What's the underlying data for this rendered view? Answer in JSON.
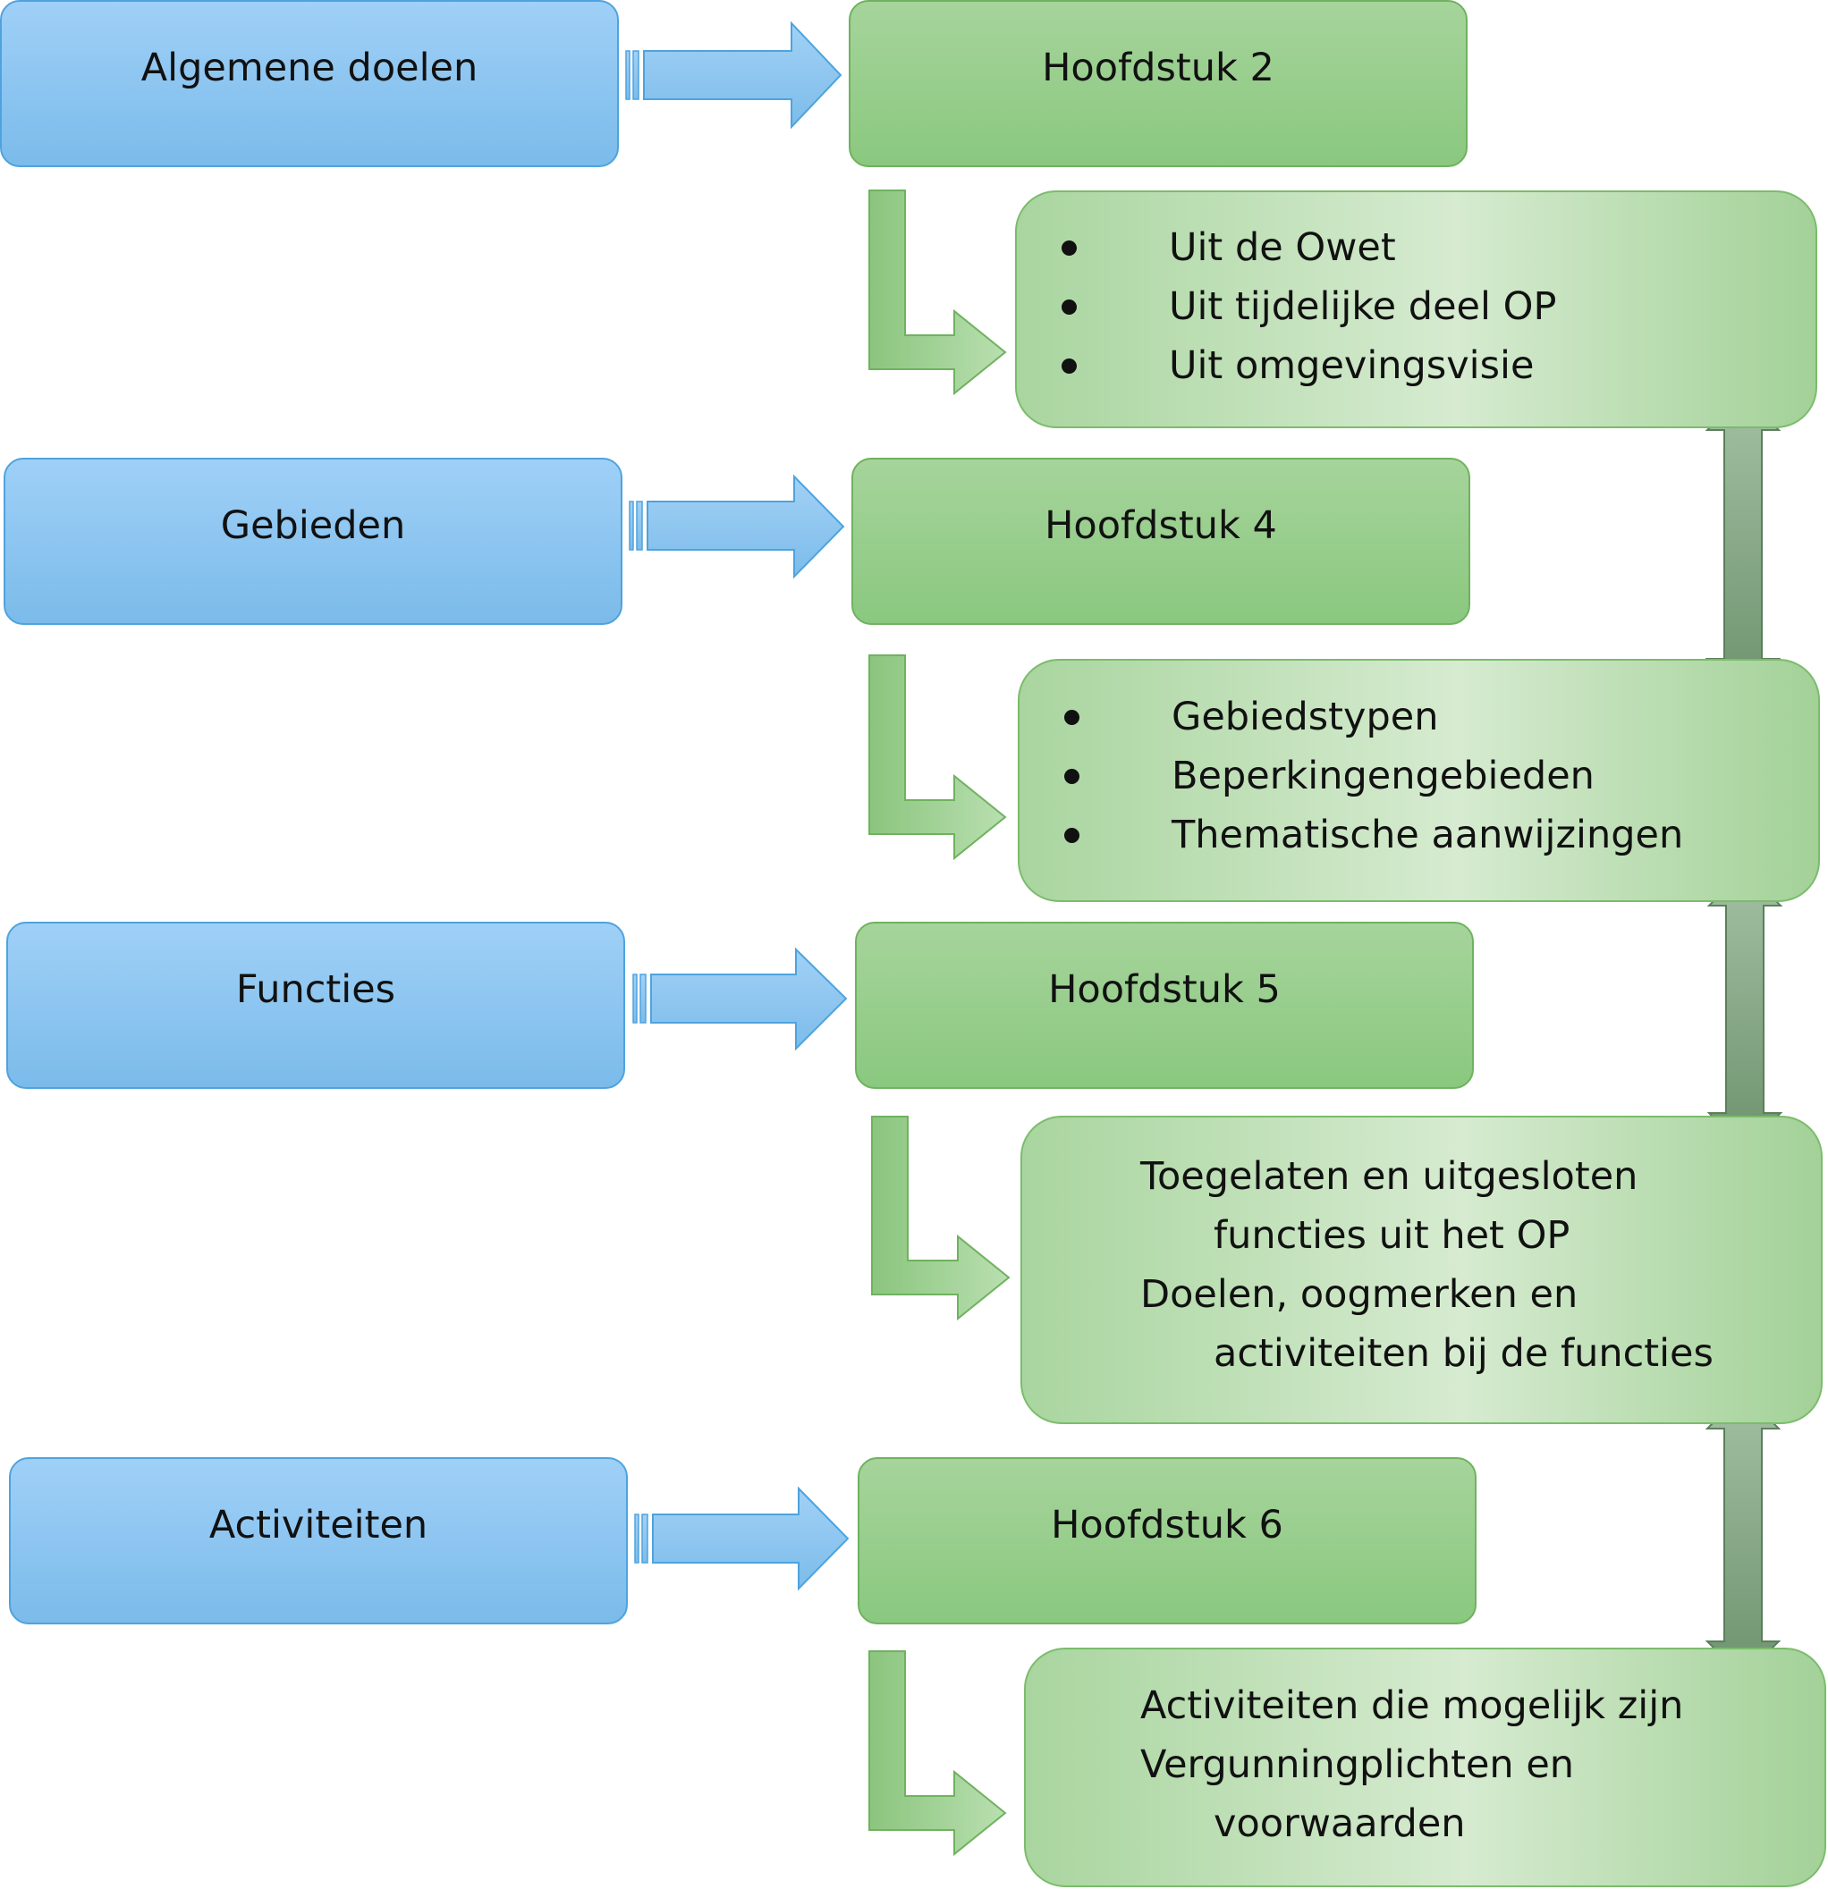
{
  "rows": [
    {
      "source": "Algemene doelen",
      "chapter": "Hoofdstuk 2",
      "details": [
        "Uit de Owet",
        "Uit tijdelijke deel OP",
        "Uit omgevingsvisie"
      ]
    },
    {
      "source": "Gebieden",
      "chapter": "Hoofdstuk 4",
      "details": [
        "Gebiedstypen",
        "Beperkingengebieden",
        "Thematische aanwijzingen"
      ]
    },
    {
      "source": "Functies",
      "chapter": "Hoofdstuk 5",
      "details": [
        "Toegelaten en uitgesloten",
        "functies uit het OP",
        "Doelen, oogmerken en",
        "activiteiten bij de functies"
      ]
    },
    {
      "source": "Activiteiten",
      "chapter": "Hoofdstuk 6",
      "details": [
        "Activiteiten die mogelijk zijn",
        "Vergunningplichten en",
        "voorwaarden"
      ]
    }
  ],
  "colors": {
    "source_fill": "#8fc6f0",
    "source_border": "#4ea3de",
    "chapter_fill": "#98ce8c",
    "chapter_border": "#6fb25f",
    "detail_fill": "#c4e3bc",
    "link_arrow": "#7d9e7d"
  }
}
